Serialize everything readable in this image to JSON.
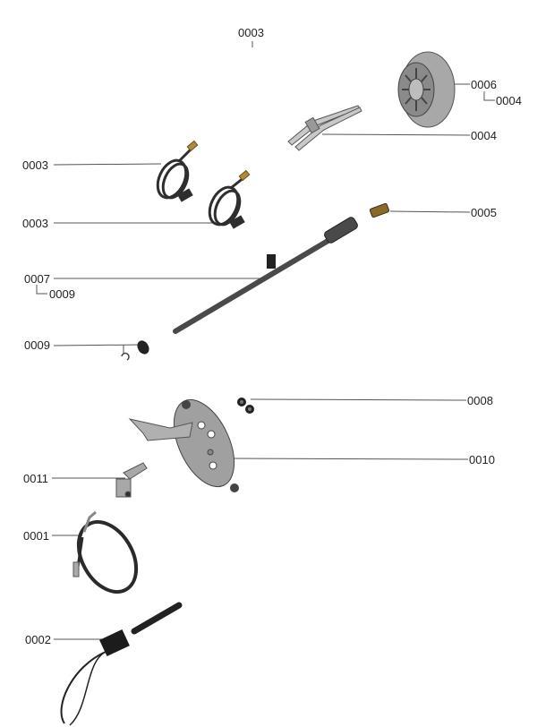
{
  "diagram": {
    "type": "exploded-parts-diagram",
    "callouts": [
      {
        "id": "top",
        "label": "0003"
      },
      {
        "id": "burner-head",
        "label": "0006"
      },
      {
        "id": "burner-head-sub",
        "label": "0004"
      },
      {
        "id": "electrode",
        "label": "0004"
      },
      {
        "id": "hose-upper",
        "label": "0003"
      },
      {
        "id": "hose-lower",
        "label": "0003"
      },
      {
        "id": "nozzle",
        "label": "0005"
      },
      {
        "id": "nozzle-rod",
        "label": "0007"
      },
      {
        "id": "nozzle-rod-sub",
        "label": "0009"
      },
      {
        "id": "clip",
        "label": "0009"
      },
      {
        "id": "grommets",
        "label": "0008"
      },
      {
        "id": "mounting-plate",
        "label": "0010"
      },
      {
        "id": "bracket",
        "label": "0011"
      },
      {
        "id": "oil-hose",
        "label": "0001"
      },
      {
        "id": "photocell",
        "label": "0002"
      }
    ]
  },
  "colors": {
    "leader_line": "#555555",
    "part_gray": "#9a9a9a",
    "part_dark": "#3a3a3a",
    "brass": "#b08a3a"
  }
}
